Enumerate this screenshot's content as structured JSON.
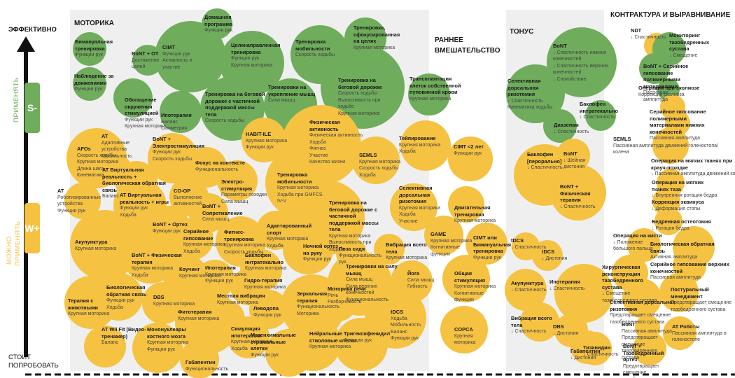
{
  "axis": {
    "top_label": "ЭФФЕКТИВНО",
    "bottom_label_1": "СТОИТ",
    "bottom_label_2": "ПОПРОБОВАТЬ",
    "green_zone": "ПРИМЕНЯТЬ",
    "green_badge": "S-",
    "yellow_zone_1": "МОЖНО",
    "yellow_zone_2": "ПРИМЕНЯТЬ",
    "yellow_badge": "W+"
  },
  "colors": {
    "green": "#6fac5c",
    "yellow": "#f5c242",
    "panel": "#efefef",
    "dark": "#111111"
  },
  "panels": [
    {
      "id": "motor",
      "title": "МОТОРИКА"
    },
    {
      "id": "early",
      "title": "РАННЕЕ ВМЕШАТЕЛЬСТВО"
    },
    {
      "id": "tone",
      "title": "ТОНУС"
    },
    {
      "id": "contract",
      "title": "КОНТРАКТУРА И ВЫРАВНИВАНИЕ"
    }
  ],
  "bubbles": [
    {
      "c": "g",
      "title": "Бимануальная тренировка",
      "lines": [
        "Функции рук"
      ]
    },
    {
      "c": "g",
      "title": "Наблюдение за движениями",
      "lines": [
        "Функции рук"
      ]
    },
    {
      "c": "g",
      "title": "BoNT + OT",
      "lines": [
        "Достижение целей"
      ]
    },
    {
      "c": "g",
      "title": "Обогащение окружения стимуляцией",
      "lines": [
        "Функции рук",
        "Крупная моторика"
      ]
    },
    {
      "c": "g",
      "title": "CIMT",
      "lines": [
        "Функции рук",
        "Активность и участие"
      ]
    },
    {
      "c": "g",
      "title": "Домашняя программа",
      "lines": [
        "Функции рук"
      ]
    },
    {
      "c": "g",
      "title": "Ипотерапия",
      "lines": [
        "Баланс",
        "Симметрия"
      ]
    },
    {
      "c": "g",
      "title": "Целенаправленная тренировка",
      "lines": [
        "Функции рук",
        "Крупная моторика"
      ]
    },
    {
      "c": "g",
      "title": "Тренировка на беговой дорожке с частичной поддержкой массы тела",
      "lines": [
        "Скорость ходьбы"
      ]
    },
    {
      "c": "g",
      "title": "Тренировки на укрепление мышц",
      "lines": [
        "Сила мышц"
      ]
    },
    {
      "c": "g",
      "title": "Тренировка мобильности",
      "lines": [
        "Скорость ходьбы"
      ]
    },
    {
      "c": "g",
      "title": "Тренировка, сфокусированная на целях",
      "lines": [
        "Крупная моторика"
      ]
    },
    {
      "c": "g",
      "title": "Тренировка на беговой дорожке",
      "lines": [
        "Скорость ходьбы",
        "Выносливость при ходьбе",
        "Крупная моторика"
      ]
    },
    {
      "c": "g",
      "title": "Трансплантация клеток собственной пуповинной крови",
      "lines": [
        "Крупная моторика"
      ]
    },
    {
      "c": "y",
      "title": "AFOs",
      "lines": [
        "Скорость ходьбы",
        "Крупная моторика",
        "Длина шага",
        "Кинематика"
      ]
    },
    {
      "c": "y",
      "title": "AT",
      "lines": [
        "Адаптивные устройства",
        "Мобильность"
      ]
    },
    {
      "c": "y",
      "title": "BoNT + Электростимуляция",
      "lines": [
        "Функции рук",
        "Скорость ходьбы"
      ]
    },
    {
      "c": "y",
      "title": "HABIT-ILE",
      "lines": [
        "Крупная моторика",
        "Функции рук"
      ]
    },
    {
      "c": "y",
      "title": "Физическая активность",
      "lines": [
        "Физическая активность",
        "Ходьба",
        "Фитнес",
        "Участие",
        "Качество жизни"
      ]
    },
    {
      "c": "y",
      "title": "Тейпирование",
      "lines": [
        "Крупная моторика",
        "Ходьба"
      ]
    },
    {
      "c": "y",
      "title": "SEMLS",
      "lines": [
        "Крупная моторика",
        "Скорость ходьбы",
        "Ходьба"
      ]
    },
    {
      "c": "y",
      "title": "AT",
      "lines": [
        "Роботизированные устройства",
        "Функции рук"
      ]
    },
    {
      "c": "y",
      "title": "AT Виртуальная реальность + биологическая обратная связь",
      "lines": [
        "Баланс"
      ]
    },
    {
      "c": "y",
      "title": "Фокус на контексте",
      "lines": [
        "Функциональность"
      ]
    },
    {
      "c": "y",
      "title": "AT Виртуальная реальность + игры",
      "lines": [
        "Функции рук",
        "Ходьба"
      ]
    },
    {
      "c": "y",
      "title": "CO-OP",
      "lines": [
        "Выполнение активностей"
      ]
    },
    {
      "c": "y",
      "title": "Электро-стимуляция",
      "lines": [
        "Параметры походки",
        "Сила мышц"
      ]
    },
    {
      "c": "y",
      "title": "BoNT + Сопротивление",
      "lines": [
        "Сила мышц"
      ]
    },
    {
      "c": "y",
      "title": "Тренировка мобильности",
      "lines": [
        "Крупная моторика",
        "Ходьба при GMFCS IV-V"
      ]
    },
    {
      "c": "y",
      "title": "Тренировка на беговой дорожке с частичной поддержкой массы тела",
      "lines": [
        "Крупная моторика",
        "Выносливость при ходьбе"
      ]
    },
    {
      "c": "y",
      "title": "Селективная дорсальная ризотомия",
      "lines": [
        "Крупная моторика",
        "Ходьба",
        "Участие"
      ]
    },
    {
      "c": "y",
      "title": "Акупунктура",
      "lines": [
        "Крупная моторика"
      ]
    },
    {
      "c": "y",
      "title": "BoNT + Ортез",
      "lines": [
        "Функции рук"
      ]
    },
    {
      "c": "y",
      "title": "Серийное гипсование",
      "lines": [
        "Крупная моторика",
        "Ходьба"
      ]
    },
    {
      "c": "y",
      "title": "Фитнес-тренировка",
      "lines": [
        "Крупная моторика",
        "Скорость ходьбы"
      ]
    },
    {
      "c": "y",
      "title": "Адаптированный спорт",
      "lines": [
        "Крупная моторика",
        "Ходьба"
      ]
    },
    {
      "c": "y",
      "title": "Ночной ортез на руку",
      "lines": [
        "Функции рук"
      ]
    },
    {
      "c": "y",
      "title": "Поза сидя",
      "lines": [
        "Функциональность рук"
      ]
    },
    {
      "c": "y",
      "title": "Вибрация всего тела",
      "lines": [
        "Крупная моторика"
      ]
    },
    {
      "c": "y",
      "title": "BoNT + Физическая терапия",
      "lines": [
        "Крупная моторика",
        "Ходьба"
      ]
    },
    {
      "c": "y",
      "title": "Коучинг",
      "lines": [
        "Крупная моторика"
      ]
    },
    {
      "c": "y",
      "title": "Ипотерапия",
      "lines": [
        "Крупная моторика",
        "Функции рук"
      ]
    },
    {
      "c": "y",
      "title": "Баклофен интратекально",
      "lines": [
        "Крупная моторика"
      ]
    },
    {
      "c": "y",
      "title": "Гидро-терапия",
      "lines": [
        "Крупная моторика"
      ]
    },
    {
      "c": "y",
      "title": "Тренировки на силу мышц",
      "lines": [
        "Сила мышц",
        "Сила верхних конечностей",
        "Функциональность"
      ]
    },
    {
      "c": "y",
      "title": "Йога",
      "lines": [
        "Сила мышц",
        "Гибкость"
      ]
    },
    {
      "c": "y",
      "title": "Терапия с животными",
      "lines": [
        "Крупная моторика"
      ]
    },
    {
      "c": "y",
      "title": "Биологическая обратная связь",
      "lines": [
        "Функции рук",
        "Ходьба"
      ]
    },
    {
      "c": "y",
      "title": "DBS",
      "lines": [
        "Крупная моторика"
      ]
    },
    {
      "c": "y",
      "title": "Фитотерапия",
      "lines": [
        "Крупная моторика"
      ]
    },
    {
      "c": "y",
      "title": "Местная вибрация",
      "lines": [
        "Крупная моторика"
      ]
    },
    {
      "c": "y",
      "title": "Леводопа",
      "lines": [
        "Функции рук"
      ]
    },
    {
      "c": "y",
      "title": "Зеркальная терапия",
      "lines": [
        "Функциональность",
        "Моторика"
      ]
    },
    {
      "c": "y",
      "title": "Моторика речи",
      "lines": [
        "Речь",
        "Разборчивость"
      ]
    },
    {
      "c": "y",
      "title": "tDCS",
      "lines": [
        "Ходьба",
        "Мобильность",
        "Баланс",
        "Функции рук"
      ]
    },
    {
      "c": "y",
      "title": "AT Wii Fit (Видео-тренажер)",
      "lines": [
        "Баланс"
      ]
    },
    {
      "c": "y",
      "title": "Мононуклеары костного мозга",
      "lines": [
        "Крупная моторика",
        "Функции рук"
      ]
    },
    {
      "c": "y",
      "title": "Габапентин",
      "lines": [
        "Функциональность"
      ]
    },
    {
      "c": "y",
      "title": "Симуляция ипотерапии",
      "lines": [
        "Крупная моторика",
        "Ходьба"
      ]
    },
    {
      "c": "y",
      "title": "Мезенхимальные стромальные клетки",
      "lines": [
        "Функции рук"
      ]
    },
    {
      "c": "y",
      "title": "Нейральные стволовые клетки",
      "lines": [
        "Крупная моторика"
      ]
    },
    {
      "c": "y",
      "title": "Тригексифенидил",
      "lines": [
        "Функции рук"
      ]
    },
    {
      "c": "y",
      "title": "CIMT <2 лет",
      "lines": [
        "Функции рук"
      ]
    },
    {
      "c": "y",
      "title": "Двигательная тренировка",
      "lines": [
        "Крупная моторика"
      ]
    },
    {
      "c": "y",
      "title": "GAME",
      "lines": [
        "Крупная моторика",
        "Когнитивные функции"
      ]
    },
    {
      "c": "y",
      "title": "CIMT или Бимануальная тренировка",
      "lines": [
        "Функции рук"
      ]
    },
    {
      "c": "y",
      "title": "Общая стимуляция",
      "lines": [
        "Крупная моторика",
        "Когнитивные функции"
      ]
    },
    {
      "c": "y",
      "title": "COPCA",
      "lines": [
        "Крупная моторика"
      ]
    },
    {
      "c": "g",
      "title": "Селективная дорсальная ризотомия",
      "lines": [
        "↓ Спастичность",
        "Кинематика ходьбы"
      ]
    },
    {
      "c": "g",
      "title": "BoNT",
      "lines": [
        "↓ Спастичность нижних конечностей",
        "↓ Спастичность верхних конечностей",
        "↓ Спокойствие"
      ]
    },
    {
      "c": "g",
      "title": "Баклофен интратекально",
      "lines": [
        "↓ Спастичность"
      ]
    },
    {
      "c": "g",
      "title": "Диазепам",
      "lines": [
        "↓ Спастичность"
      ]
    },
    {
      "c": "y",
      "title": "Баклофен [перорально]",
      "lines": [
        "↓ Спастичность"
      ]
    },
    {
      "c": "y",
      "title": "BoNT",
      "lines": [
        "↓ Шейная дистония"
      ]
    },
    {
      "c": "y",
      "title": "BoNT + Физическая терапия",
      "lines": [
        "↓ Спастичность"
      ]
    },
    {
      "c": "y",
      "title": "tDCS",
      "lines": [
        "↓ Спастичность"
      ]
    },
    {
      "c": "y",
      "title": "tDCS",
      "lines": [
        "↓ Дистония"
      ]
    },
    {
      "c": "y",
      "title": "Ипотерапия",
      "lines": [
        "↓ Спастичность"
      ]
    },
    {
      "c": "y",
      "title": "Акупунктура",
      "lines": [
        "↓ Спастичность"
      ]
    },
    {
      "c": "y",
      "title": "Вибрация всего тела",
      "lines": [
        "↓ Спастичность"
      ]
    },
    {
      "c": "y",
      "title": "DBS",
      "lines": [
        "↓ Дистония"
      ]
    },
    {
      "c": "y",
      "title": "Габапентин",
      "lines": [
        "↓ Дистония"
      ]
    },
    {
      "c": "y",
      "title": "Тизанидин",
      "lines": [
        "↓ Спастичность"
      ]
    },
    {
      "c": "y",
      "title": "NDT",
      "lines": [
        "↓ Спастичность"
      ]
    },
    {
      "c": "g",
      "title": "Мониторинг тазобедренных сустава",
      "lines": [
        "↓ Смещение"
      ]
    },
    {
      "c": "g",
      "title": "BoNT + Серийное гипсование полимерными материалами",
      "lines": [
        "Пассивная амплитуда"
      ]
    },
    {
      "c": "g",
      "title": "Операция при сколиозе",
      "lines": [
        "Коррекция сколиоза"
      ]
    },
    {
      "c": "y",
      "title": "Серийное гипсование полимерными материалами нижних конечностей",
      "lines": [
        "Пассивная амплитуда"
      ]
    },
    {
      "c": "y",
      "title": "SEMLS",
      "lines": [
        "Пассивная амплитуда движений голеностопа/колена"
      ]
    },
    {
      "c": "y",
      "title": "Операция на мягких тканях при крауч-походке",
      "lines": [
        "↓ Пассивная амплитуда движений колен"
      ]
    },
    {
      "c": "y",
      "title": "Операция на мягких тканях таза",
      "lines": [
        "↓ Внутренняя ротация бедра"
      ]
    },
    {
      "c": "y",
      "title": "Коррекция эквинуса",
      "lines": [
        "↓ Деформация стопы"
      ]
    },
    {
      "c": "y",
      "title": "Бедренная остеотомия",
      "lines": [
        "↓ Ротация бедра"
      ]
    },
    {
      "c": "y",
      "title": "Операция на кисти",
      "lines": [
        "↓ Положение большого пальца"
      ]
    },
    {
      "c": "y",
      "title": "Биологическая обратная связь",
      "lines": [
        "Активная амплитуда"
      ]
    },
    {
      "c": "y",
      "title": "Хирургическая реконструкция тазобедренного сустава",
      "lines": [
        "↓ Смещение тазобедренного сустава"
      ]
    },
    {
      "c": "y",
      "title": "Серийное гипсование верхних конечностей",
      "lines": [
        "Пассивная амплитуда"
      ]
    },
    {
      "c": "y",
      "title": "Селективная дорсальная ризотомия",
      "lines": [
        "Предотвращает смещение тазобедренного сустава"
      ]
    },
    {
      "c": "y",
      "title": "Постуральный менеджмент",
      "lines": [
        "Предотвращает смещение тазобедренного сустава"
      ]
    },
    {
      "c": "y",
      "title": "BoNT",
      "lines": [
        "Пассивная амплитуда",
        "Предотвращает смещение тазобедренного сустава"
      ]
    },
    {
      "c": "y",
      "title": "AT Роботы",
      "lines": [
        "Пассивная амплитуда в голеностопе"
      ]
    },
    {
      "c": "y",
      "title": "BoNT + Тазобедренный ортез",
      "lines": [
        "Предотвращает смещение тазобедренного сустава"
      ]
    },
    {
      "c": "y",
      "title": "Вибрация всего тела",
      "lines": [
        "Пассивная амплитуда"
      ]
    }
  ]
}
